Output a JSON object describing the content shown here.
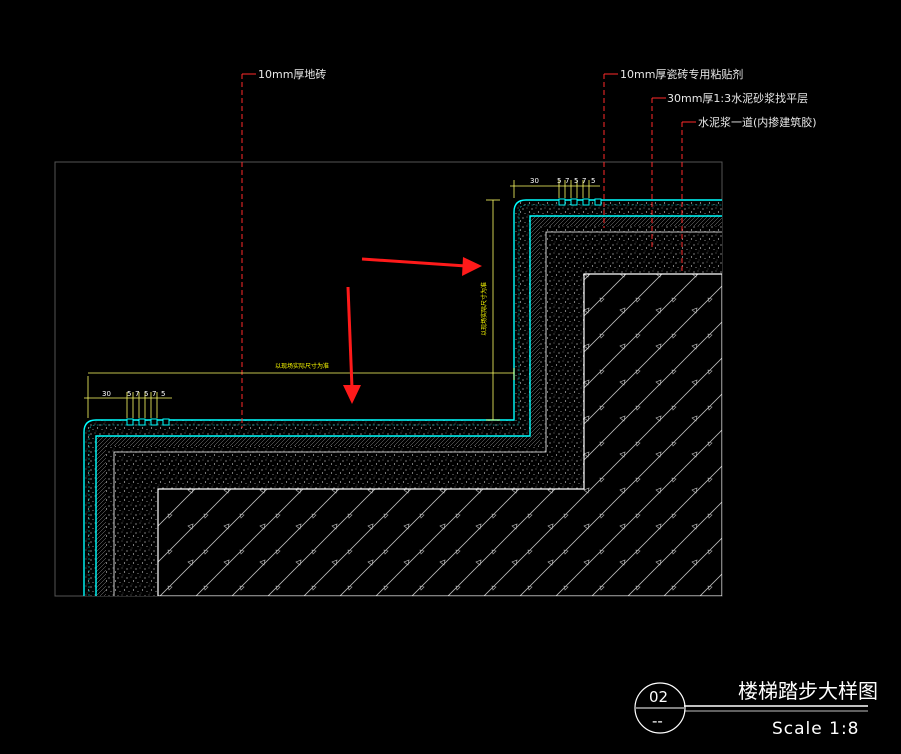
{
  "callouts": {
    "floor_tile": "10mm厚地砖",
    "tile_adhesive": "10mm厚瓷砖专用粘贴剂",
    "mortar_leveling": "30mm厚1:3水泥砂浆找平层",
    "cement_slurry": "水泥浆一道(内掺建筑胶)"
  },
  "dimensions": {
    "upper_nosing": "30",
    "upper_grooves": [
      "5",
      "7",
      "5",
      "7",
      "5"
    ],
    "lower_nosing": "30",
    "lower_grooves": [
      "5",
      "7",
      "5",
      "7",
      "5"
    ],
    "tread_label": "以现场实际尺寸为准",
    "riser_label": "以现场实际尺寸为准"
  },
  "title_block": {
    "number": "02",
    "sub": "--",
    "title": "楼梯踏步大样图",
    "scale": "Scale 1:8"
  },
  "colors": {
    "background": "#000000",
    "tile": "#00ffff",
    "callout_leader": "#ff2020",
    "arrow": "#ff1a1a",
    "dimension": "#ffff66",
    "outline": "#ffffff"
  }
}
